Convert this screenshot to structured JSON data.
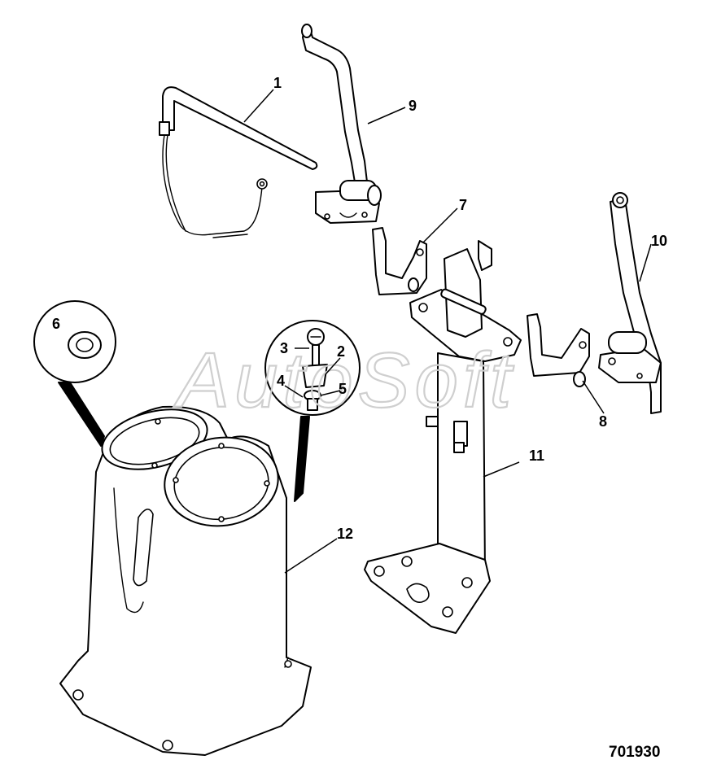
{
  "watermark": "AutoSoft",
  "drawing_number": "701930",
  "callouts": [
    {
      "id": "callout-1",
      "label": "1"
    },
    {
      "id": "callout-2",
      "label": "2"
    },
    {
      "id": "callout-3",
      "label": "3"
    },
    {
      "id": "callout-4",
      "label": "4"
    },
    {
      "id": "callout-5",
      "label": "5"
    },
    {
      "id": "callout-6",
      "label": "6"
    },
    {
      "id": "callout-7",
      "label": "7"
    },
    {
      "id": "callout-8",
      "label": "8"
    },
    {
      "id": "callout-9",
      "label": "9"
    },
    {
      "id": "callout-10",
      "label": "10"
    },
    {
      "id": "callout-11",
      "label": "11"
    },
    {
      "id": "callout-12",
      "label": "12"
    }
  ],
  "colors": {
    "line": "#000000",
    "background": "#ffffff",
    "watermark": "#cfcfcf"
  }
}
